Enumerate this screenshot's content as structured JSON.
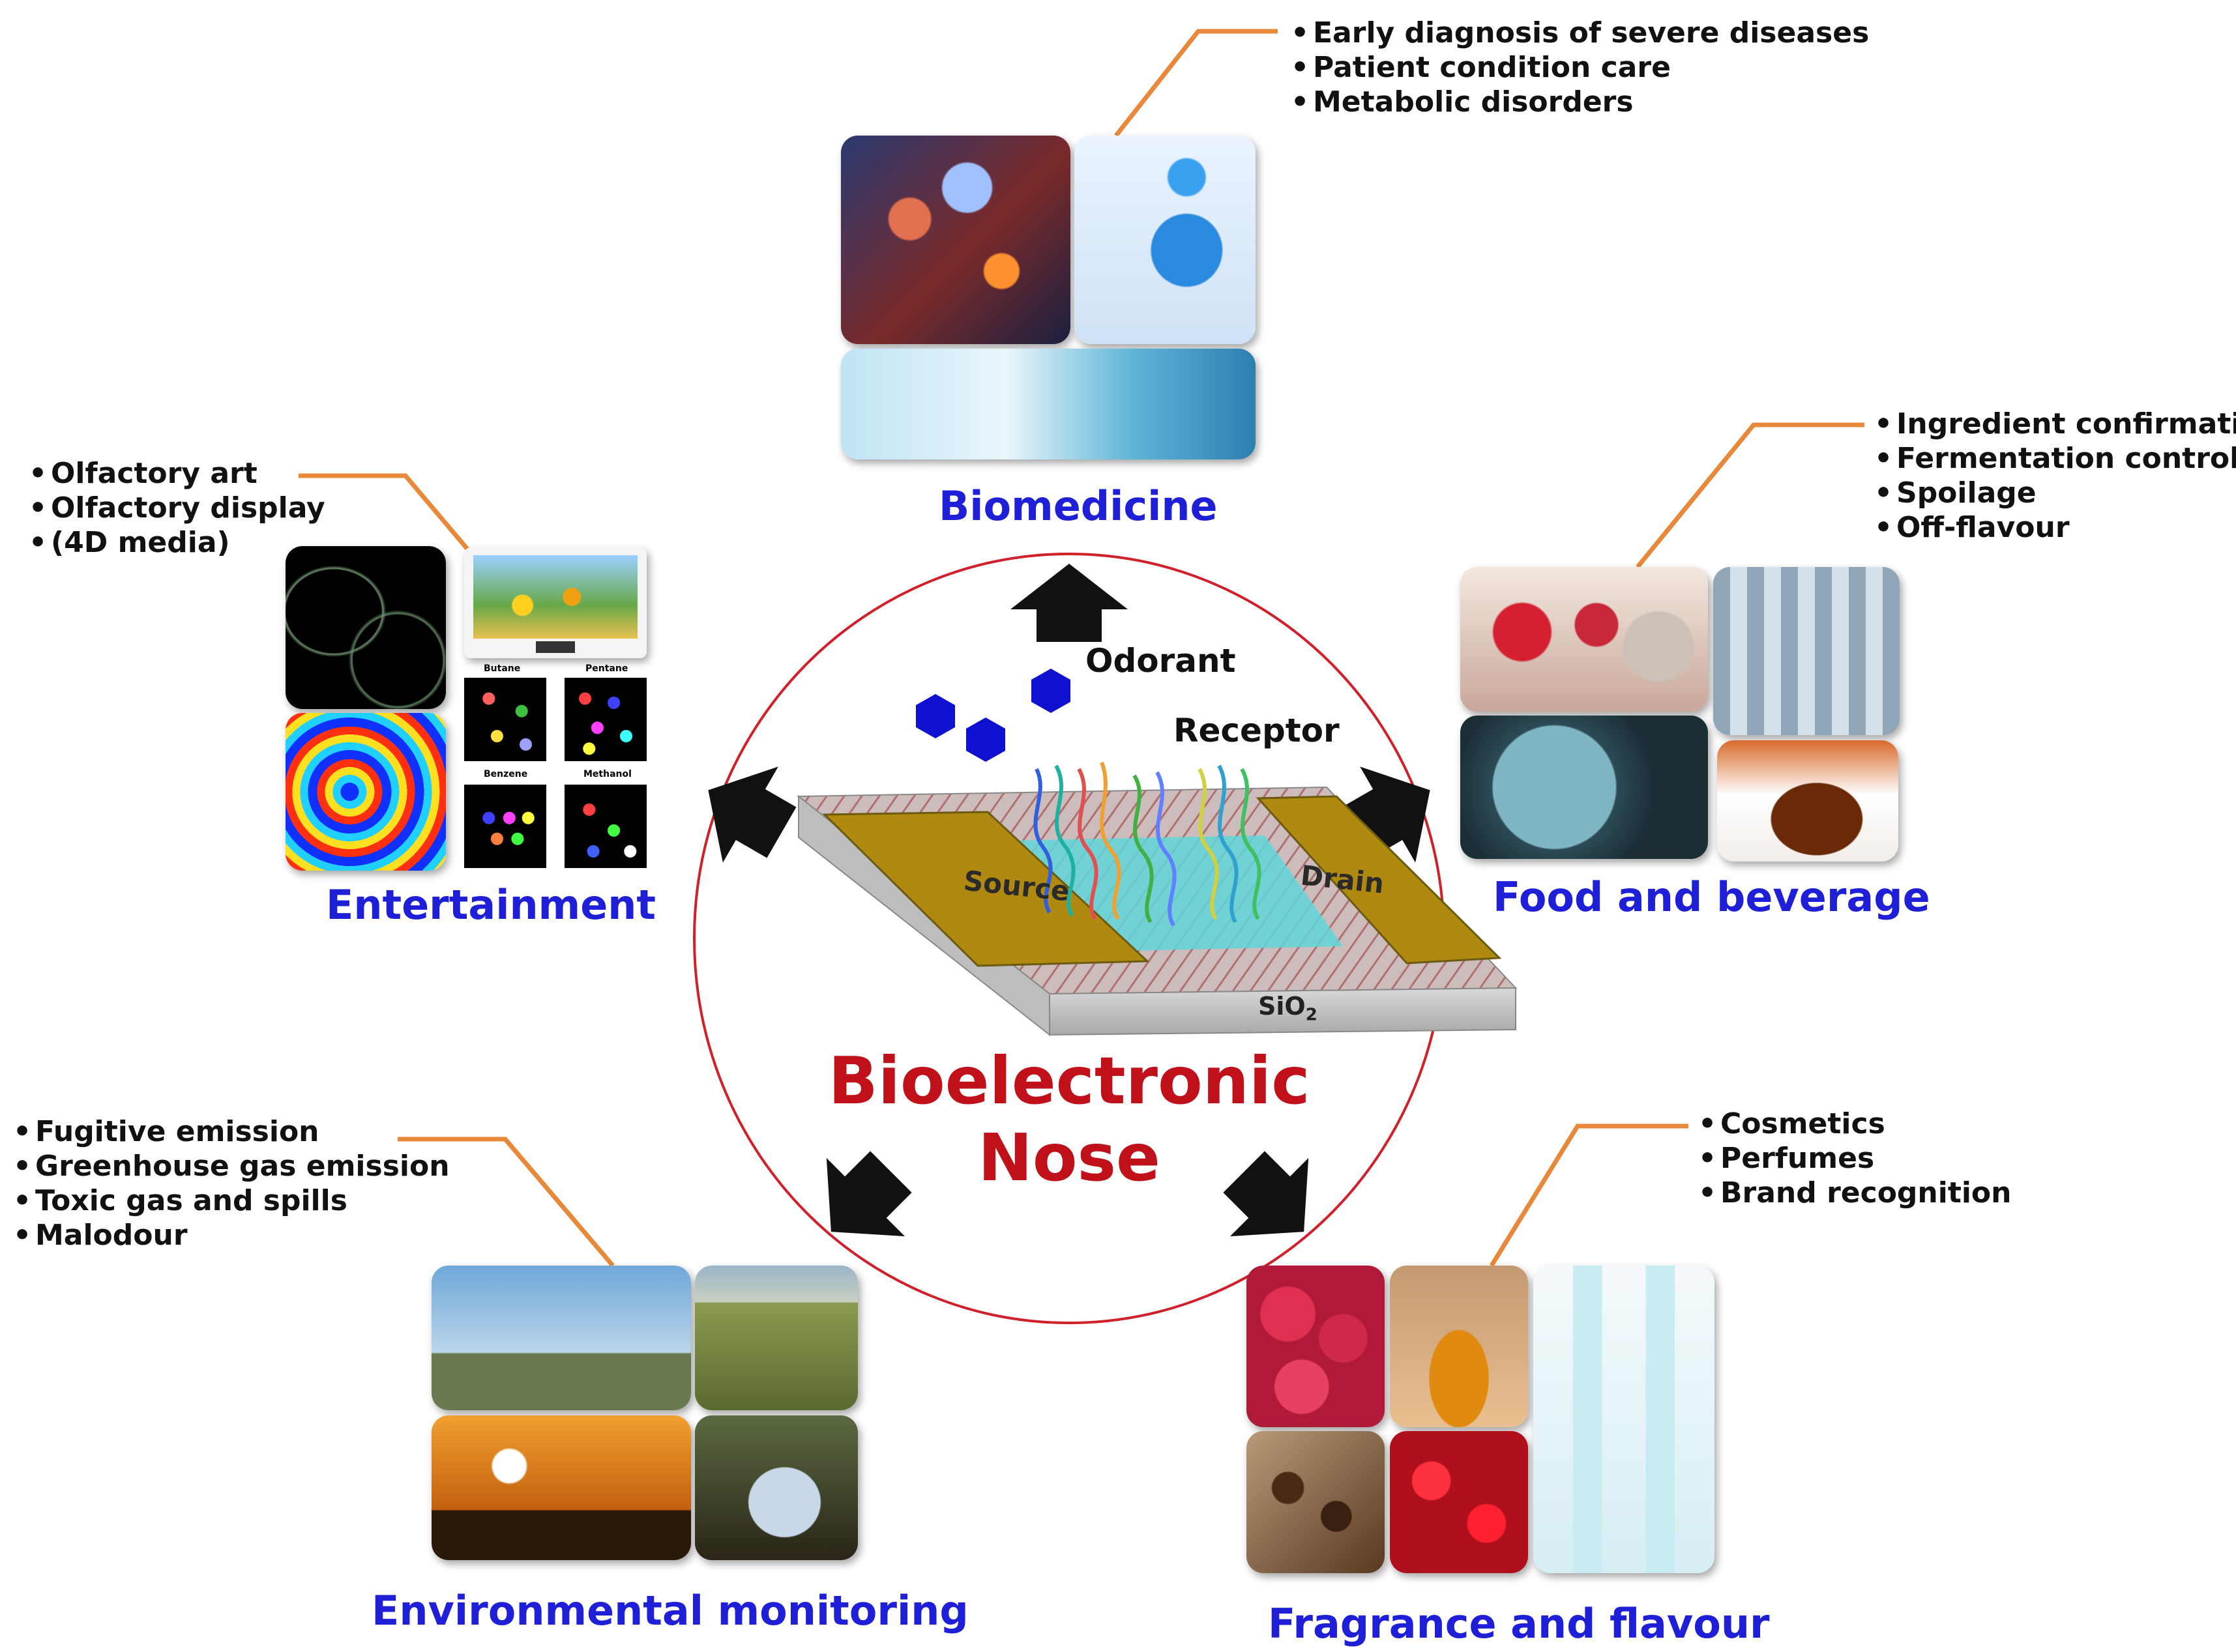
{
  "center": {
    "title_line1": "Bioelectronic",
    "title_line2": "Nose",
    "odorant": "Odorant",
    "receptor": "Receptor",
    "source": "Source",
    "drain": "Drain",
    "substrate": "SiO",
    "substrate_sub": "2"
  },
  "categories": {
    "biomedicine": {
      "title": "Biomedicine",
      "bullets": [
        "Early diagnosis of severe diseases",
        "Patient condition care",
        "Metabolic disorders"
      ]
    },
    "food": {
      "title": "Food and beverage",
      "bullets": [
        "Ingredient confirmation",
        "Fermentation control",
        "Spoilage",
        "Off-flavour"
      ]
    },
    "fragrance": {
      "title": "Fragrance and flavour",
      "bullets": [
        "Cosmetics",
        "Perfumes",
        "Brand recognition"
      ]
    },
    "environment": {
      "title": "Environmental monitoring",
      "bullets": [
        "Fugitive emission",
        "Greenhouse gas emission",
        "Toxic gas and spills",
        "Malodour"
      ]
    },
    "entertainment": {
      "title": "Entertainment",
      "bullets": [
        "Olfactory art",
        "Olfactory display",
        "(4D media)"
      ],
      "panel_labels": [
        "Butane",
        "Pentane",
        "Benzene",
        "Methanol"
      ]
    }
  },
  "colors": {
    "category_title": "#1f1fd8",
    "center_title": "#c0101a",
    "circle": "#d0202a",
    "leader_line": "#e8883a",
    "odorant_hexagon": "#1010d0",
    "electrode": "#b08a10"
  }
}
